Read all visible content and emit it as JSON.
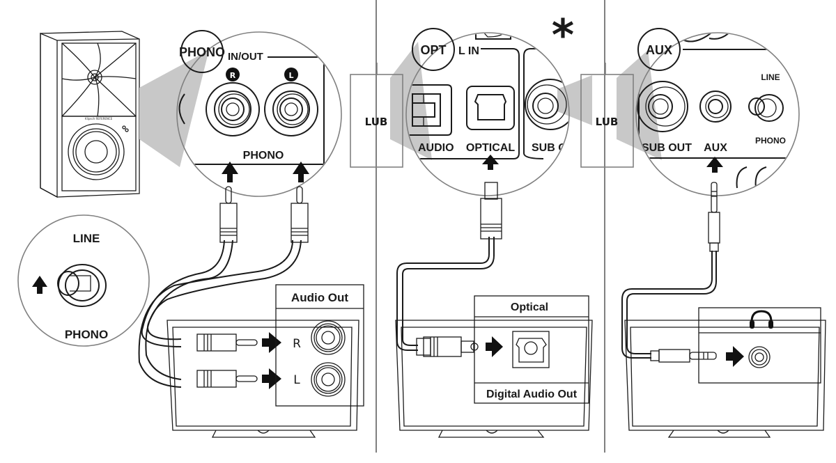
{
  "diagram": {
    "title": "Speaker input connection options",
    "panels": [
      {
        "id": "phono",
        "badge": "PHONO",
        "callout": {
          "section_label": "IN/OUT",
          "channel_left_badge": "R",
          "channel_right_badge": "L",
          "jack_group_label": "PHONO"
        },
        "switch_callout": {
          "top_label": "LINE",
          "bottom_label": "PHONO"
        },
        "source_box": {
          "header": "Audio Out",
          "rows": [
            {
              "label": "R"
            },
            {
              "label": "L"
            }
          ]
        },
        "cable": "RCA stereo"
      },
      {
        "id": "optical",
        "badge": "OPT",
        "callout": {
          "section_label": "L IN",
          "left_jack_label": "AUDIO",
          "center_jack_label": "OPTICAL",
          "right_jack_label": "SUB OU"
        },
        "asterisk": "*",
        "side_box": "LUB",
        "source_box": {
          "header": "Optical",
          "footer": "Digital Audio Out"
        },
        "cable": "Optical (Toslink)"
      },
      {
        "id": "aux",
        "badge": "AUX",
        "callout": {
          "left_jack_label": "SUB OUT",
          "center_jack_label": "AUX",
          "switch_top": "LINE",
          "switch_bottom": "PHONO"
        },
        "side_box": "LUB",
        "source_box": {
          "header_icon": "headphones-icon"
        },
        "cable": "3.5mm stereo"
      }
    ]
  }
}
